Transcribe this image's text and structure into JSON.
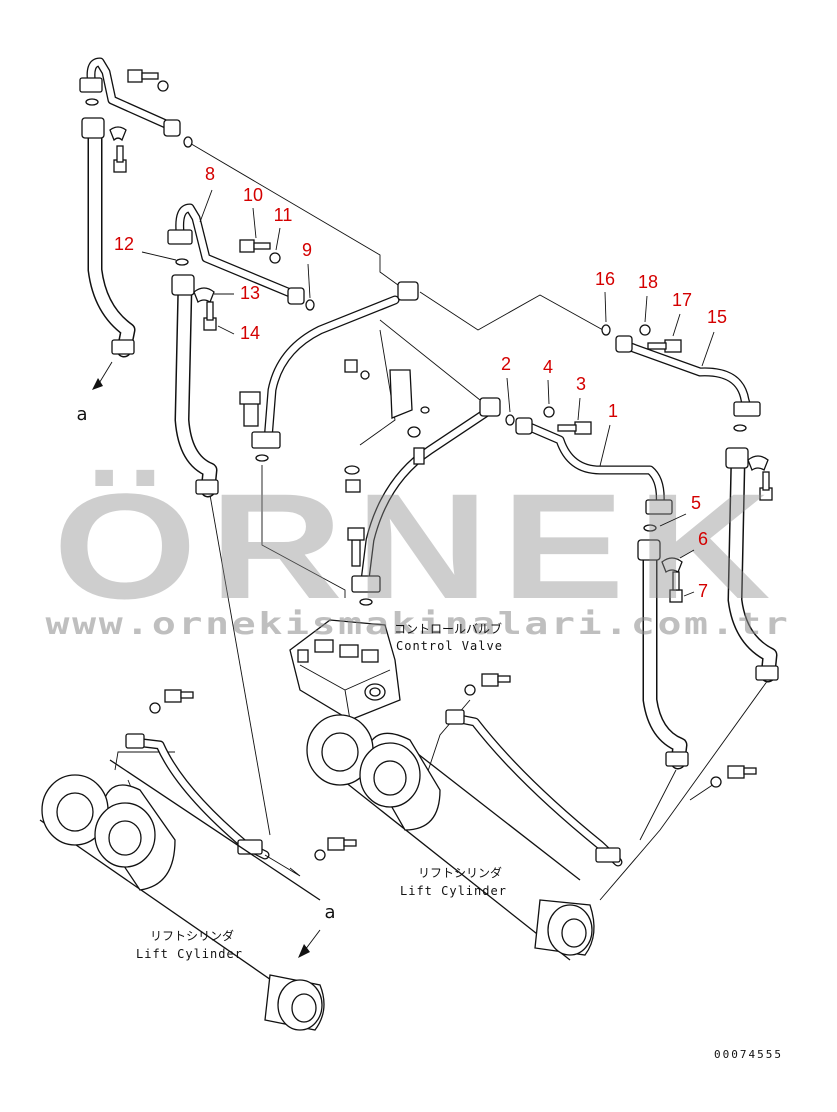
{
  "part_numbers": {
    "n1": "1",
    "n2": "2",
    "n3": "3",
    "n4": "4",
    "n5": "5",
    "n6": "6",
    "n7": "7",
    "n8": "8",
    "n9": "9",
    "n10": "10",
    "n11": "11",
    "n12": "12",
    "n13": "13",
    "n14": "14",
    "n15": "15",
    "n16": "16",
    "n17": "17",
    "n18": "18"
  },
  "labels": {
    "control_valve_jp": "コントロールバルブ",
    "control_valve_en": "Control Valve",
    "lift_cylinder_jp": "リフトシリンダ",
    "lift_cylinder_en": "Lift Cylinder",
    "ref_a": "a"
  },
  "watermark": {
    "brand": "ÖRNEK",
    "url": "www.ornekismakinalari.com.tr"
  },
  "drawing_number": "00074555",
  "colors": {
    "part_number": "#d40000",
    "watermark": "#8a8a8a",
    "watermark_accent": "#f2c200",
    "line": "#111111"
  }
}
